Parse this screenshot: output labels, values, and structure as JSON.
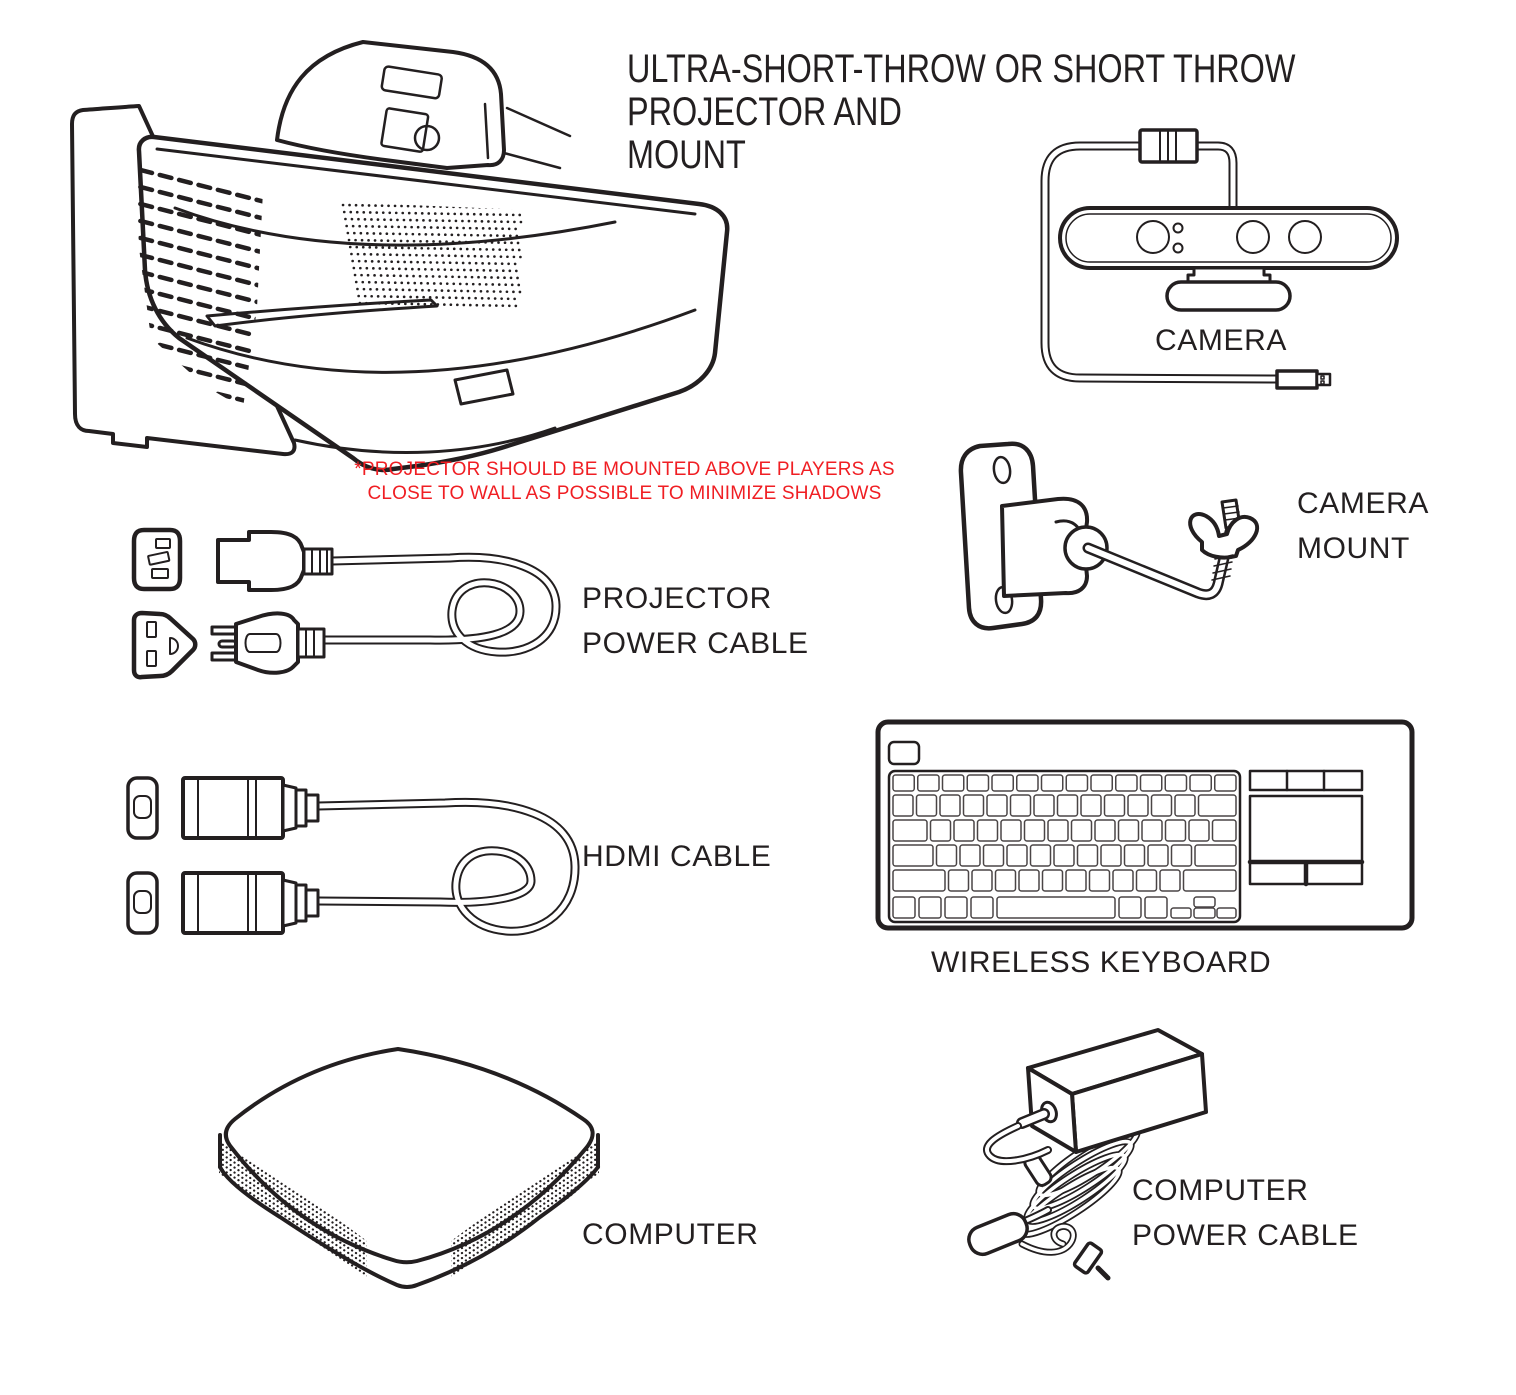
{
  "page": {
    "background": "#FFFFFF",
    "line_color": "#231F20",
    "warning_color": "#F01E23"
  },
  "title": {
    "lines": [
      "ULTRA-SHORT-THROW OR SHORT THROW",
      "PROJECTOR AND",
      "MOUNT"
    ]
  },
  "warning": {
    "lines": [
      "*PROJECTOR SHOULD BE MOUNTED ABOVE PLAYERS AS",
      "CLOSE TO WALL AS POSSIBLE TO MINIMIZE SHADOWS"
    ]
  },
  "labels": {
    "projector_power_cable": {
      "lines": [
        "PROJECTOR",
        "POWER CABLE"
      ]
    },
    "camera": "CAMERA",
    "camera_mount": {
      "lines": [
        "CAMERA",
        "MOUNT"
      ]
    },
    "hdmi_cable": "HDMI CABLE",
    "wireless_keyboard": "WIRELESS KEYBOARD",
    "computer": "COMPUTER",
    "computer_power_cable": {
      "lines": [
        "COMPUTER",
        "POWER CABLE"
      ]
    }
  }
}
